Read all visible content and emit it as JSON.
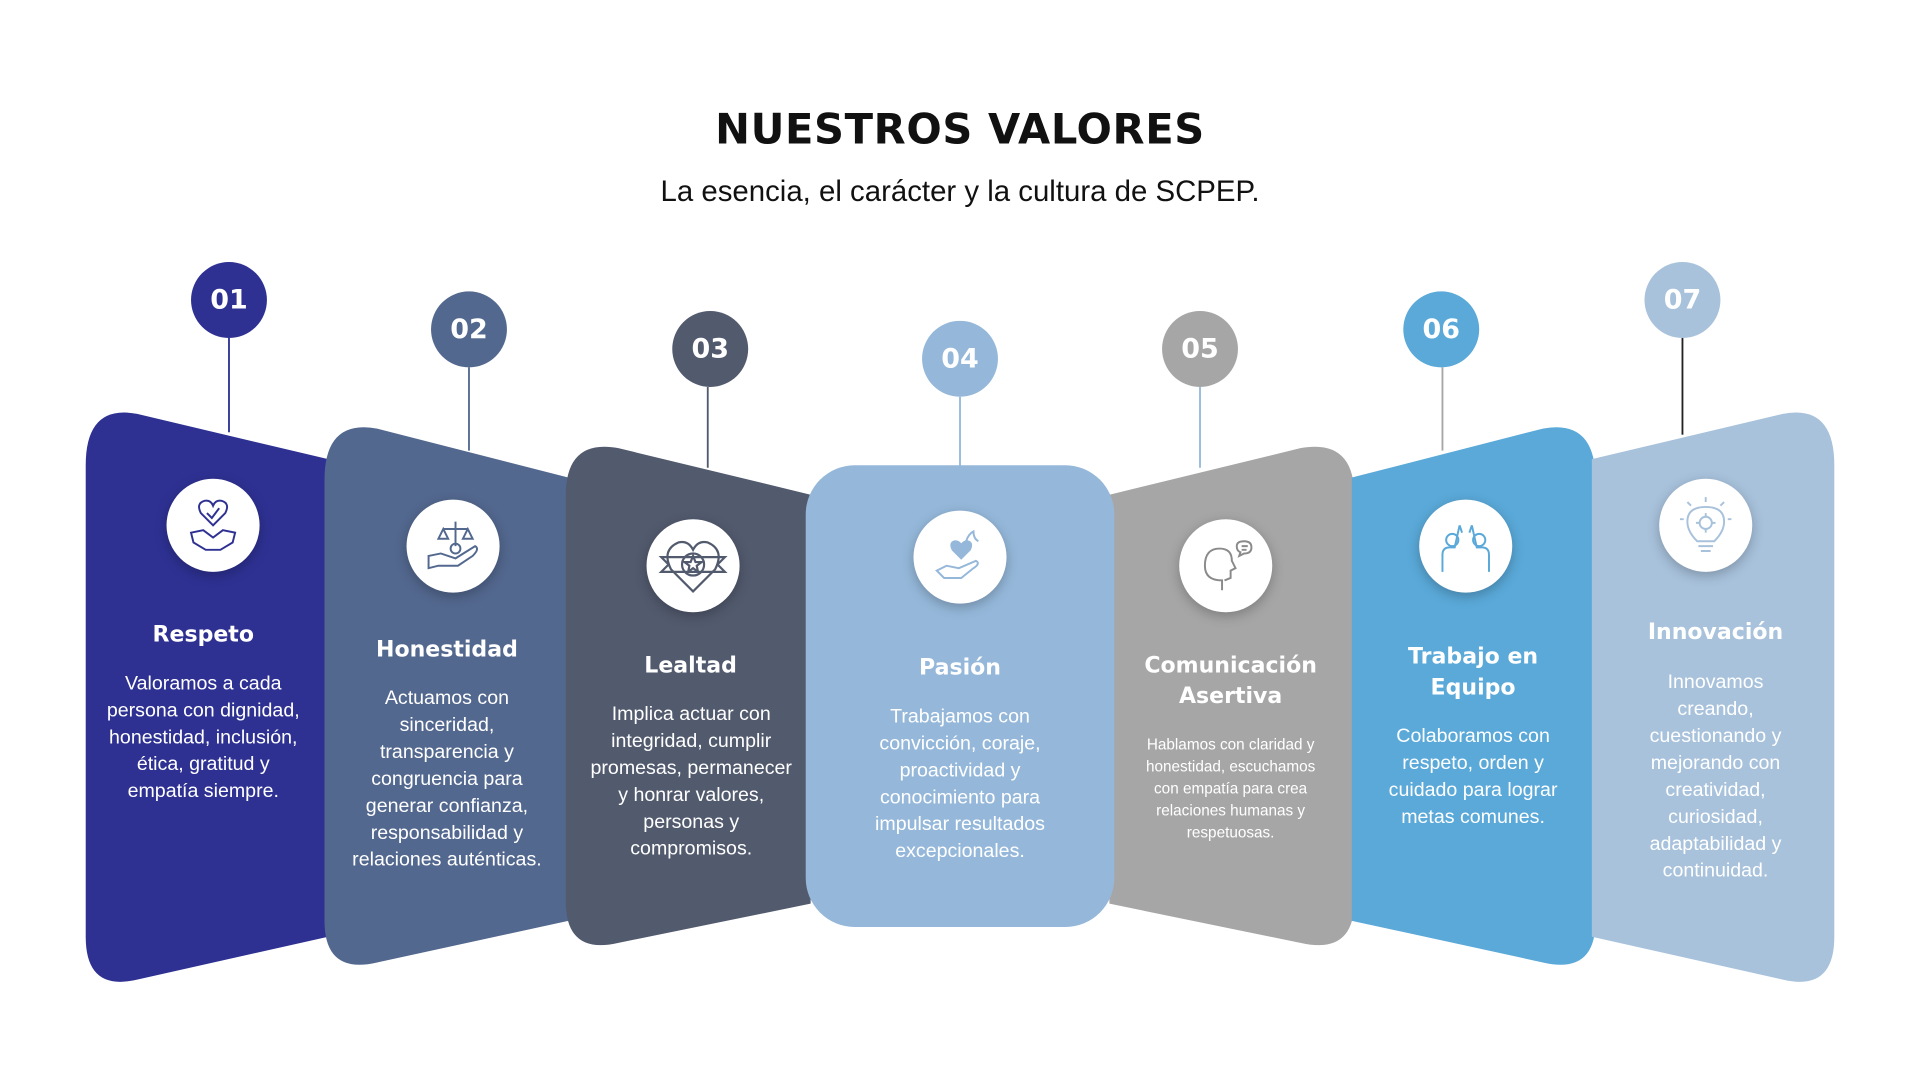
{
  "header": {
    "title": "NUESTROS VALORES",
    "subtitle": "La esencia, el carácter y la cultura de SCPEP."
  },
  "values": [
    {
      "number": "01",
      "title": "Respeto",
      "icon": "heart-handshake-icon",
      "color": "#2e3192",
      "text": "Valoramos a cada persona con dignidad, honestidad, inclusión, ética, gratitud y empatía siempre."
    },
    {
      "number": "02",
      "title": "Honestidad",
      "icon": "scales-hand-icon",
      "color": "#53688f",
      "text": "Actuamos con sinceridad, transparencia y congruencia para generar confianza, responsabilidad y relaciones auténticas."
    },
    {
      "number": "03",
      "title": "Lealtad",
      "icon": "heart-star-badge-icon",
      "color": "#525a6e",
      "text": "Implica actuar con integridad, cumplir promesas, permanecer y honrar valores, personas y compromisos."
    },
    {
      "number": "04",
      "title": "Pasión",
      "icon": "hand-heart-flame-icon",
      "color": "#95b8da",
      "text": "Trabajamos con convicción, coraje, proactividad y conocimiento para impulsar resultados excepcionales."
    },
    {
      "number": "05",
      "title": "Comunicación Asertiva",
      "icon": "speaking-head-icon",
      "color": "#a6a6a6",
      "text": "Hablamos con claridad y honestidad, escuchamos con empatía para crea relaciones humanas y respetuosas."
    },
    {
      "number": "06",
      "title": "Trabajo en Equipo",
      "icon": "high-five-icon",
      "color": "#5aa9d9",
      "text": "Colaboramos con respeto, orden y cuidado para lograr metas comunes."
    },
    {
      "number": "07",
      "title": "Innovación",
      "icon": "lightbulb-gear-icon",
      "color": "#a8c2dc",
      "text": "Innovamos creando, cuestionando y mejorando con creatividad, curiosidad, adaptabilidad y continuidad."
    }
  ]
}
